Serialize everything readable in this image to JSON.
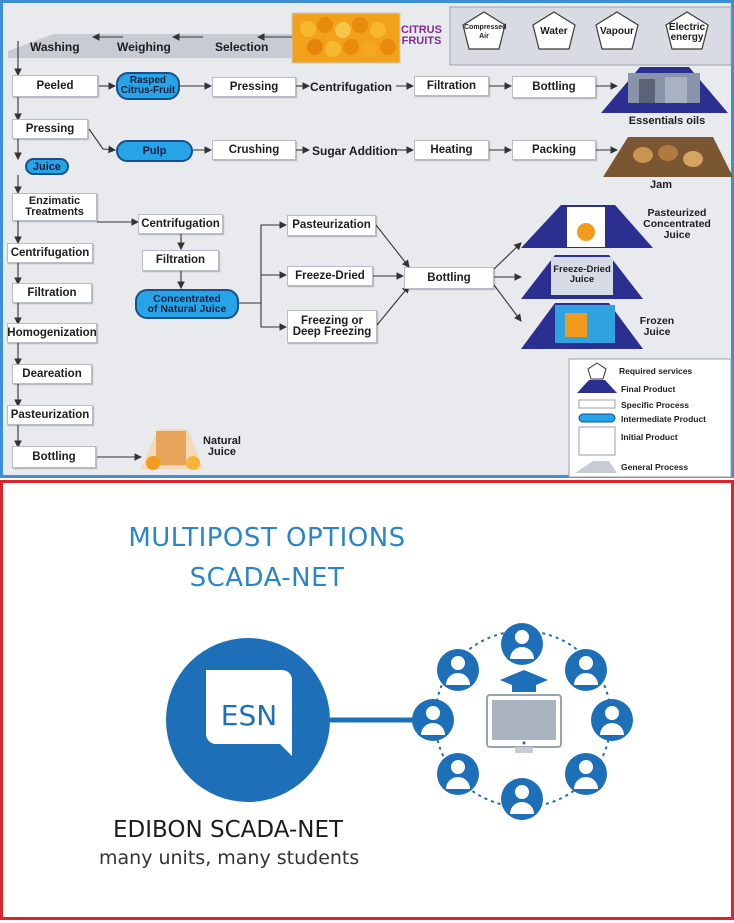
{
  "flow": {
    "source": {
      "label": "CITRUS\nFRUITS"
    },
    "services": [
      "Compressed\nAir",
      "Water",
      "Vapour",
      "Electric\nenergy"
    ],
    "general_steps": [
      "Washing",
      "Weighing",
      "Selection"
    ],
    "main_column": [
      "Peeled",
      "Pressing",
      "Juice",
      "Enzimatic\nTreatments",
      "Centrifugation",
      "Filtration",
      "Homogenization",
      "Deareation",
      "Pasteurization",
      "Bottling"
    ],
    "oil_line": [
      "Rasped\nCitrus-Fruit",
      "Pressing",
      "Centrifugation",
      "Filtration",
      "Bottling"
    ],
    "jam_line": [
      "Pulp",
      "Crushing",
      "Sugar Addition",
      "Heating",
      "Packing"
    ],
    "concentrate_line": [
      "Centrifugation",
      "Filtration",
      "Concentrated\nof Natural Juice"
    ],
    "branch_processes": [
      "Pasteurization",
      "Freeze-Dried",
      "Freezing or\nDeep Freezing"
    ],
    "final_bottling": "Bottling",
    "products": {
      "essential_oils": "Essentials oils",
      "jam": "Jam",
      "natural_juice": "Natural\nJuice",
      "pasteurized": "Pasteurized\nConcentrated\nJuice",
      "freeze_dried": "Freeze-Dried\nJuice",
      "frozen": "Frozen\nJuice"
    },
    "legend": [
      "Required services",
      "Final Product",
      "Specific Process",
      "Intermediate Product",
      "Initial Product",
      "General Process"
    ]
  },
  "promo": {
    "title_line1": "MULTIPOST OPTIONS",
    "title_line2": "SCADA-NET",
    "badge": "ESN",
    "brand": "EDIBON SCADA-NET",
    "tagline": "many units, many students"
  },
  "colors": {
    "accent_blue": "#1d6fb8",
    "frame_top": "#3d8fd6",
    "frame_bottom": "#d9262c",
    "intermediate_fill": "#27a3e8",
    "final_product": "#2b2f8f"
  }
}
